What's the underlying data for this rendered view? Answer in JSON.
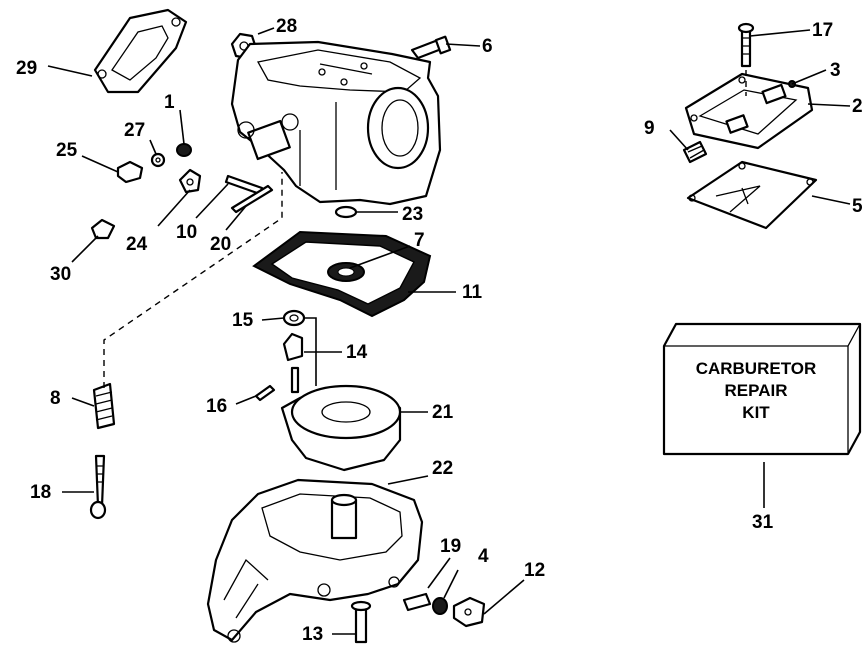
{
  "callouts": {
    "c1": "1",
    "c2": "2",
    "c3": "3",
    "c4": "4",
    "c5": "5",
    "c6": "6",
    "c7": "7",
    "c8": "8",
    "c9": "9",
    "c10": "10",
    "c11": "11",
    "c12": "12",
    "c13": "13",
    "c14": "14",
    "c15": "15",
    "c16": "16",
    "c17": "17",
    "c18": "18",
    "c19": "19",
    "c20": "20",
    "c21": "21",
    "c22": "22",
    "c23": "23",
    "c24": "24",
    "c25": "25",
    "c27": "27",
    "c28": "28",
    "c29": "29",
    "c30": "30",
    "c31": "31"
  },
  "kit": {
    "line1": "CARBURETOR",
    "line2": "REPAIR",
    "line3": "KIT"
  }
}
